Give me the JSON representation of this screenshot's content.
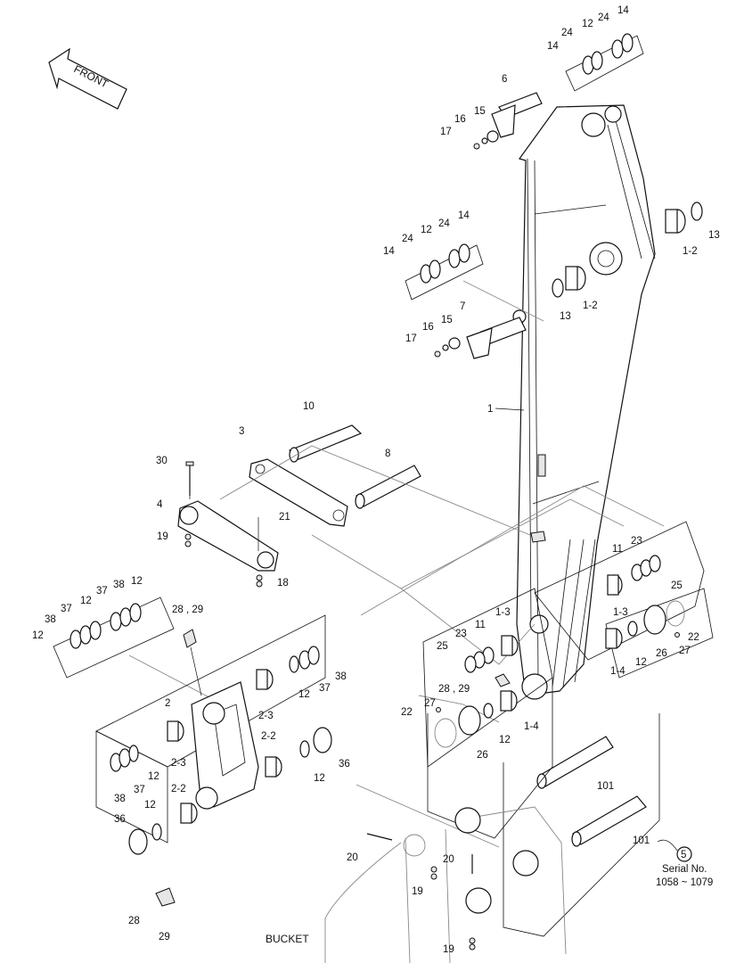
{
  "direction": {
    "label": "FRONT"
  },
  "assembly": {
    "bucket_label": "BUCKET"
  },
  "serial": {
    "circle_ref": "5",
    "title": "Serial No.",
    "range": "1058 ~ 1079"
  },
  "callouts": {
    "c14a": "14",
    "c24a": "24",
    "c12a": "12",
    "c14b": "14",
    "c6": "6",
    "c15a": "15",
    "c16a": "16",
    "c17a": "17",
    "c13a": "13",
    "c1_2a": "1-2",
    "c14c": "14",
    "c24c": "24",
    "c12c": "12",
    "c14d": "14",
    "c13b": "13",
    "c1_2b": "1-2",
    "c7": "7",
    "c15b": "15",
    "c16b": "16",
    "c17b": "17",
    "c1": "1",
    "c10": "10",
    "c3": "3",
    "c8": "8",
    "c30": "30",
    "c4": "4",
    "c21": "21",
    "c19a": "19",
    "c18": "18",
    "c11a": "11",
    "c23a": "23",
    "c25a": "25",
    "c1_3a": "1-3",
    "c22a": "22",
    "c12d": "12",
    "c26a": "26",
    "c27a": "27",
    "c1_4a": "1-4",
    "c1_3b": "1-3",
    "c11b": "11",
    "c23b": "23",
    "c25b": "25",
    "c28_29a": "28 , 29",
    "c27b": "27",
    "c22b": "22",
    "c12e": "12",
    "c26b": "26",
    "c1_4b": "1-4",
    "c28_29b": "28 , 29",
    "c38a": "38",
    "c37a": "37",
    "c12f": "12",
    "c12g": "12",
    "c38b": "38",
    "c12h": "12",
    "c2": "2",
    "c2_3a": "2-3",
    "c2_3b": "2-3",
    "c2_2a": "2-2",
    "c2_2b": "2-2",
    "c12i": "12",
    "c37b": "37",
    "c38c": "38",
    "c38d": "38",
    "c37c": "37",
    "c12j": "12",
    "c36a": "36",
    "c12k": "12",
    "c36b": "36",
    "c12l": "12",
    "c101a": "101",
    "c101b": "101",
    "c20a": "20",
    "c20b": "20",
    "c19b": "19",
    "c19c": "19",
    "c28": "28",
    "c29": "29"
  }
}
